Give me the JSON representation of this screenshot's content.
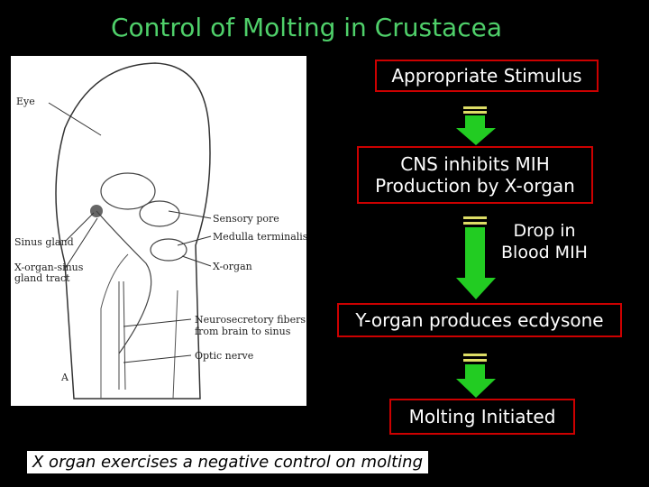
{
  "title": "Control of Molting in Crustacea",
  "steps": [
    "Appropriate Stimulus",
    "CNS inhibits MIH Production by X-organ",
    "Y-organ produces ecdysone",
    "Molting Initiated"
  ],
  "side_note": "Drop in Blood MIH",
  "caption": "X organ exercises a negative control on molting",
  "diagram_labels": {
    "eye": "Eye",
    "sinus_gland": "Sinus gland",
    "x_organ_sinus": "X-organ-sinus gland tract",
    "sensory_pore": "Sensory pore",
    "medulla": "Medulla terminalis",
    "x_organ": "X-organ",
    "neurosecretory": "Neurosecretory fibers from brain to sinus",
    "optic_nerve": "Optic nerve",
    "panel_letter": "A"
  },
  "colors": {
    "title": "#4fd06a",
    "box_border": "#cc0000",
    "arrow": "#22cc22"
  }
}
